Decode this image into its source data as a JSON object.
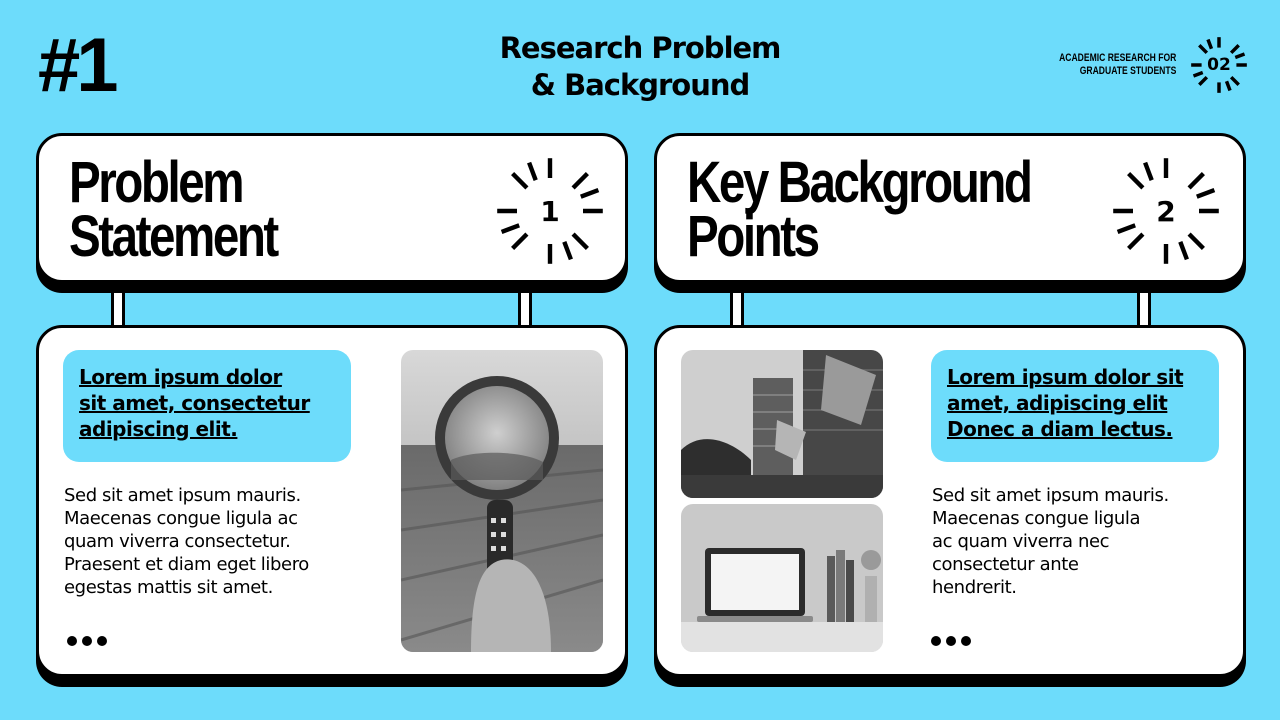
{
  "header": {
    "slide_number": "#1",
    "title_line1": "Research Problem",
    "title_line2": "& Background",
    "brand_line1": "ACADEMIC RESEARCH FOR",
    "brand_line2": "GRADUATE STUDENTS",
    "page_badge": "02"
  },
  "left_card": {
    "heading_line1": "Problem",
    "heading_line2": "Statement",
    "badge": "1",
    "callout_line1": "Lorem ipsum dolor",
    "callout_line2": "sit amet, consectetur",
    "callout_line3": "adipiscing elit.",
    "body_lines": [
      "Sed sit amet ipsum mauris.",
      "Maecenas congue ligula ac",
      "quam viverra consectetur.",
      "Praesent et diam eget libero",
      "egestas mattis sit amet."
    ]
  },
  "right_card": {
    "heading_line1": "Key Background",
    "heading_line2": "Points",
    "badge": "2",
    "callout_line1": "Lorem ipsum dolor sit",
    "callout_line2": "amet,  adipiscing elit",
    "callout_line3": "Donec a diam lectus.",
    "body_lines": [
      "Sed sit amet ipsum mauris.",
      "Maecenas congue ligula",
      "ac quam viverra nec",
      "consectetur ante",
      "hendrerit."
    ]
  },
  "colors": {
    "background": "#6ddcfb",
    "card": "#ffffff",
    "ink": "#000000"
  }
}
